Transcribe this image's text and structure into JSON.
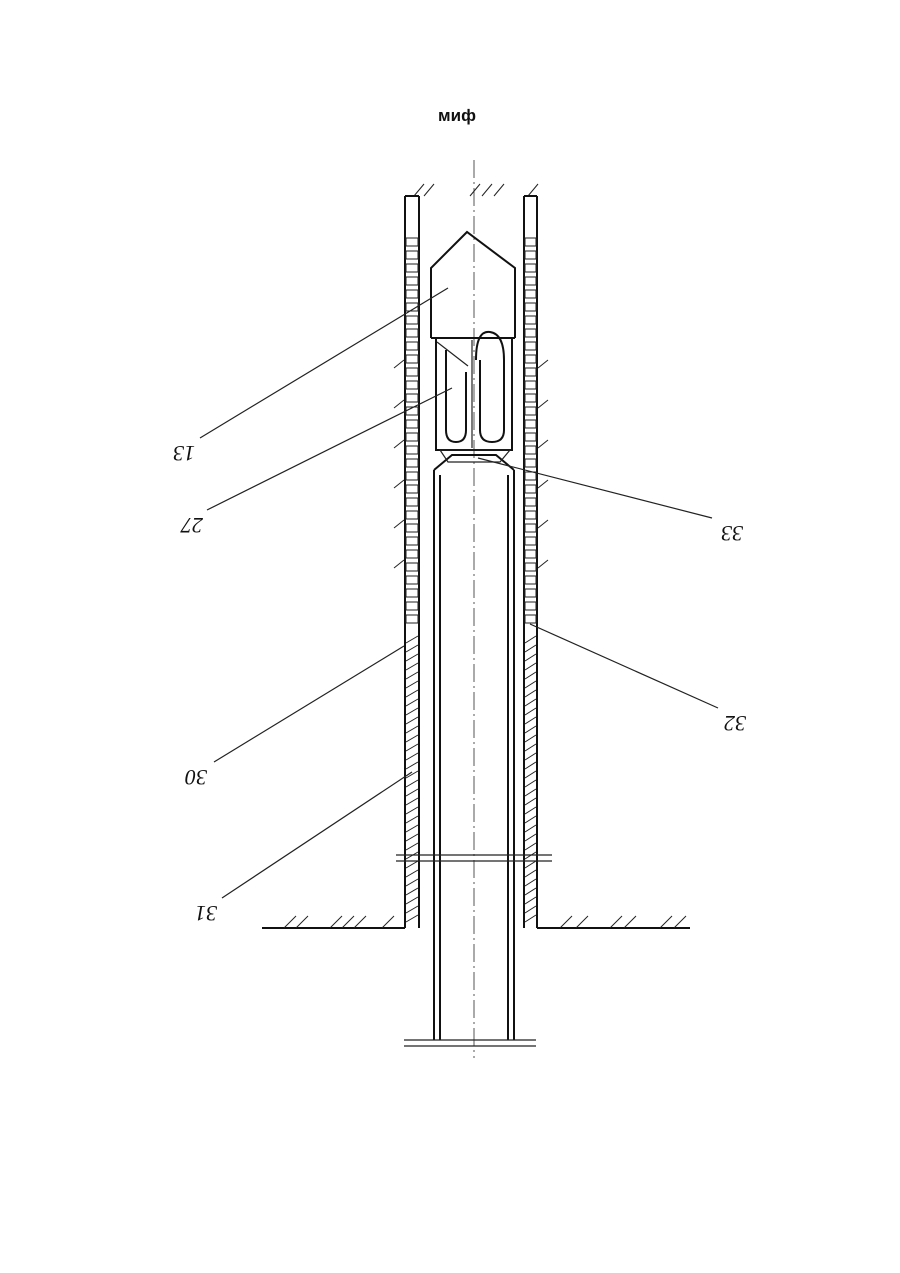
{
  "title": "миф",
  "labels": [
    "13",
    "27",
    "33",
    "32",
    "30",
    "31"
  ]
}
